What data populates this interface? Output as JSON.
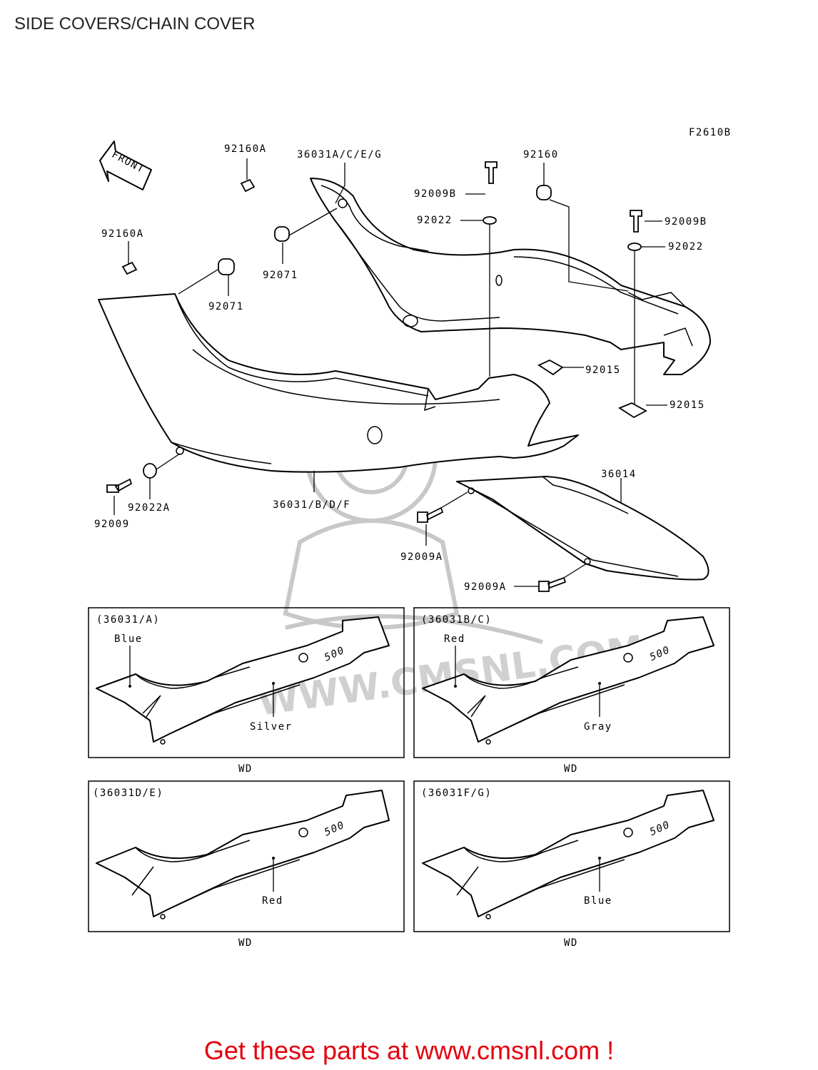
{
  "title": "SIDE COVERS/CHAIN COVER",
  "figure_code": "F2610B",
  "front_label": "FRONT",
  "callouts": {
    "p92160A_top": "92160A",
    "p92160A_left": "92160A",
    "p36031ACEG": "36031A/C/E/G",
    "p92160": "92160",
    "p92009B_1": "92009B",
    "p92022_1": "92022",
    "p92009B_2": "92009B",
    "p92022_2": "92022",
    "p92071_1": "92071",
    "p92071_2": "92071",
    "p92015_1": "92015",
    "p92015_2": "92015",
    "p36014": "36014",
    "p36031BDF": "36031/B/D/F",
    "p92009": "92009",
    "p92022A": "92022A",
    "p92009A_1": "92009A",
    "p92009A_2": "92009A"
  },
  "variants": [
    {
      "header": "(36031/A)",
      "colors": [
        "Blue",
        "Silver"
      ],
      "footer": "WD",
      "badge": "500"
    },
    {
      "header": "(36031B/C)",
      "colors": [
        "Red",
        "Gray"
      ],
      "footer": "WD",
      "badge": "500"
    },
    {
      "header": "(36031D/E)",
      "colors": [
        "Red"
      ],
      "footer": "WD",
      "badge": "500"
    },
    {
      "header": "(36031F/G)",
      "colors": [
        "Blue"
      ],
      "footer": "WD",
      "badge": "500"
    }
  ],
  "watermark": "WWW.CMSNL.COM",
  "footer": "Get these parts at www.cmsnl.com !",
  "colors": {
    "footer_text": "#e4000f",
    "watermark": "#d0d0d0"
  }
}
